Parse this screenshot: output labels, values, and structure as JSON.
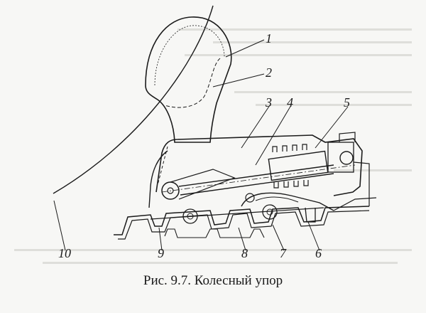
{
  "figure": {
    "caption": "Рис. 9.7. Колесный упор",
    "callouts": [
      "1",
      "2",
      "3",
      "4",
      "5",
      "6",
      "7",
      "8",
      "9",
      "10"
    ]
  },
  "colors": {
    "ink": "#1b1b1b",
    "paper": "#f7f7f5",
    "show_through": "#c9c9c6"
  }
}
